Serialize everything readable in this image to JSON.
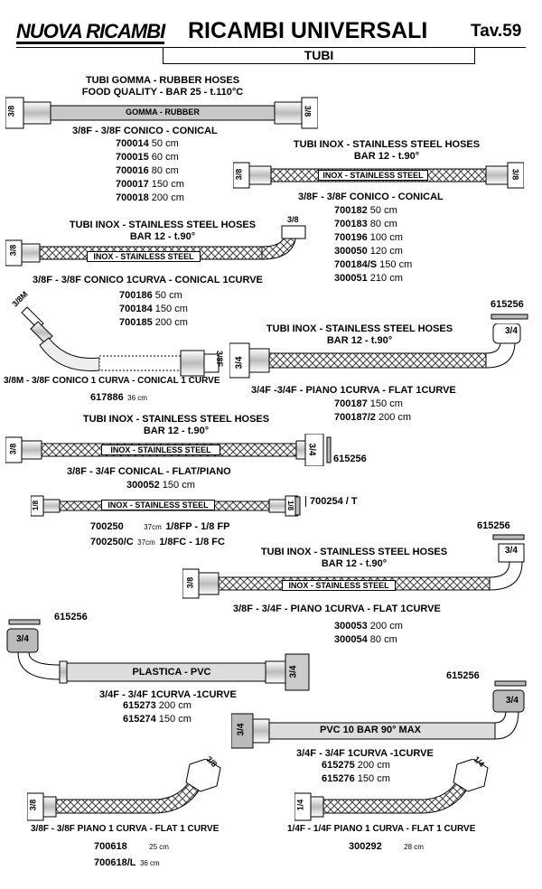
{
  "header": {
    "logo": "NUOVA RICAMBI",
    "title": "RICAMBI UNIVERSALI",
    "table": "Tav.59",
    "section": "TUBI"
  },
  "p1": {
    "title1": "TUBI GOMMA - RUBBER HOSES",
    "title2": "FOOD QUALITY - BAR 25 - t.110°C",
    "band": "GOMMA - RUBBER",
    "end_left": "3/8",
    "end_right": "3/8",
    "spec": "3/8F - 3/8F CONICO - CONICAL",
    "items": [
      {
        "code": "700014",
        "size": "50 cm"
      },
      {
        "code": "700015",
        "size": "60 cm"
      },
      {
        "code": "700016",
        "size": "80 cm"
      },
      {
        "code": "700017",
        "size": "150 cm"
      },
      {
        "code": "700018",
        "size": "200 cm"
      }
    ]
  },
  "p2": {
    "title1": "TUBI INOX - STAINLESS STEEL HOSES",
    "title2": "BAR 12 - t.90°",
    "band": "INOX - STAINLESS STEEL",
    "end_left": "3/8",
    "end_right": "3/8",
    "spec": "3/8F - 3/8F CONICO - CONICAL",
    "items": [
      {
        "code": "700182",
        "size": "50 cm"
      },
      {
        "code": "700183",
        "size": "80 cm"
      },
      {
        "code": "700196",
        "size": "100 cm"
      },
      {
        "code": "300050",
        "size": "120 cm"
      },
      {
        "code": "700184/S",
        "size": "150 cm"
      },
      {
        "code": "300051",
        "size": "210 cm"
      }
    ]
  },
  "p3": {
    "title1": "TUBI INOX - STAINLESS STEEL HOSES",
    "title2": "BAR 12 - t.90°",
    "band": "INOX - STAINLESS STEEL",
    "end_left": "3/8",
    "end_right": "3/8",
    "spec": "3/8F - 3/8F CONICO 1CURVA - CONICAL 1CURVE",
    "items": [
      {
        "code": "700186",
        "size": "50 cm"
      },
      {
        "code": "700184",
        "size": "150 cm"
      },
      {
        "code": "700185",
        "size": "200 cm"
      }
    ]
  },
  "p4": {
    "end_left": "3/8M",
    "end_right": "3/8F",
    "spec": "3/8M - 3/8F CONICO 1 CURVA - CONICAL 1 CURVE",
    "items": [
      {
        "code": "617886",
        "size": "36 cm"
      }
    ]
  },
  "p5": {
    "title1": "TUBI INOX - STAINLESS STEEL HOSES",
    "title2": "BAR 12 - t.90°",
    "gasket": "615256",
    "end_left": "3/4",
    "end_right": "3/4",
    "spec": "3/4F -3/4F - PIANO 1CURVA - FLAT 1CURVE",
    "items": [
      {
        "code": "700187",
        "size": "150 cm"
      },
      {
        "code": "700187/2",
        "size": "200 cm"
      }
    ]
  },
  "p6": {
    "title1": "TUBI INOX - STAINLESS STEEL HOSES",
    "title2": "BAR 12 - t.90°",
    "band": "INOX - STAINLESS STEEL",
    "end_left": "3/8",
    "end_right": "3/4",
    "gasket": "615256",
    "spec": "3/8F - 3/4F  CONICAL - FLAT/PIANO",
    "items": [
      {
        "code": "300052",
        "size": "150 cm"
      }
    ]
  },
  "p7": {
    "band": "INOX - STAINLESS STEEL",
    "end_left": "1/8",
    "end_right": "1/8",
    "gasket": "700254 / T",
    "items": [
      {
        "code": "700250",
        "size": "37cm",
        "desc": "1/8FP - 1/8 FP"
      },
      {
        "code": "700250/C",
        "size": "37cm",
        "desc": "1/8FC - 1/8 FC"
      }
    ]
  },
  "p8": {
    "title1": "TUBI INOX - STAINLESS STEEL HOSES",
    "title2": "BAR 12 - t.90°",
    "band": "INOX - STAINLESS STEEL",
    "gasket": "615256",
    "end_left": "3/8",
    "end_right": "3/4",
    "spec": "3/8F - 3/4F - PIANO 1CURVA - FLAT 1CURVE",
    "items": [
      {
        "code": "300053",
        "size": "200 cm"
      },
      {
        "code": "300054",
        "size": "80 cm"
      }
    ]
  },
  "p9": {
    "gasket": "615256",
    "band": "PLASTICA - PVC",
    "end_left": "3/4",
    "end_right": "3/4",
    "spec": "3/4F - 3/4F 1CURVA -1CURVE",
    "items": [
      {
        "code": "615273",
        "size": "200 cm"
      },
      {
        "code": "615274",
        "size": "150 cm"
      }
    ]
  },
  "p10": {
    "gasket": "615256",
    "band": "PVC 10 BAR 90° MAX",
    "end_left": "3/4",
    "end_right": "3/4",
    "spec": "3/4F - 3/4F 1CURVA -1CURVE",
    "items": [
      {
        "code": "615275",
        "size": "200 cm"
      },
      {
        "code": "615276",
        "size": "150 cm"
      }
    ]
  },
  "p11": {
    "end_left": "3/8",
    "end_right": "3/8",
    "spec": "3/8F - 3/8F PIANO 1 CURVA - FLAT 1 CURVE",
    "items": [
      {
        "code": "700618",
        "size": "25 cm"
      },
      {
        "code": "700618/L",
        "size": "36 cm"
      }
    ]
  },
  "p12": {
    "end_left": "1/4",
    "end_right": "1/4",
    "spec": "1/4F - 1/4F PIANO 1 CURVA - FLAT 1 CURVE",
    "items": [
      {
        "code": "300292",
        "size": "28 cm"
      }
    ]
  }
}
